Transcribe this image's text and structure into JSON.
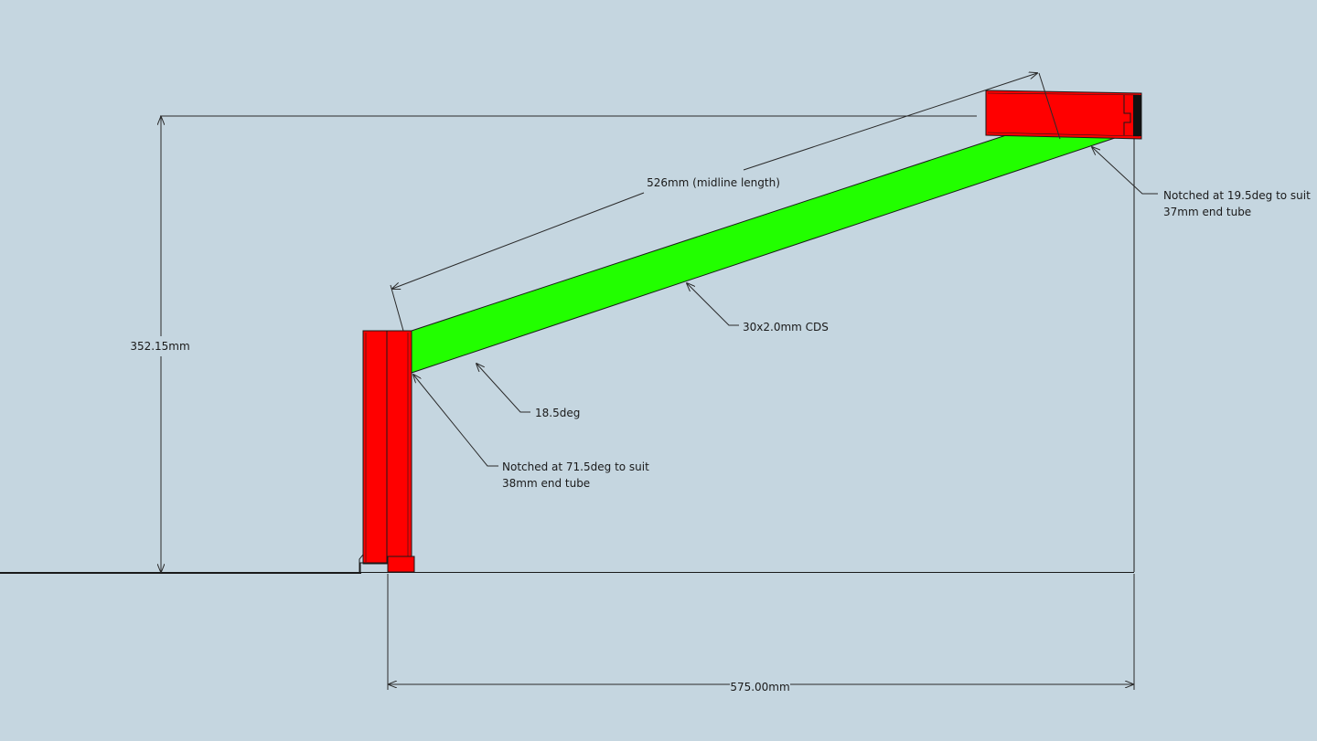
{
  "colors": {
    "background": "#c5d6e0",
    "tube_red": "#ff0000",
    "member_green": "#22ff00",
    "line": "#1a1a1a"
  },
  "dimensions": {
    "height": "352.15mm",
    "width": "575.00mm",
    "midline_length": "526mm (midline length)"
  },
  "annotations": {
    "member": "30x2.0mm CDS",
    "angle": "18.5deg",
    "notch_left_line1": "Notched at 71.5deg to suit",
    "notch_left_line2": "38mm end tube",
    "notch_right_line1": "Notched at 19.5deg to suit",
    "notch_right_line2": "37mm end tube"
  }
}
